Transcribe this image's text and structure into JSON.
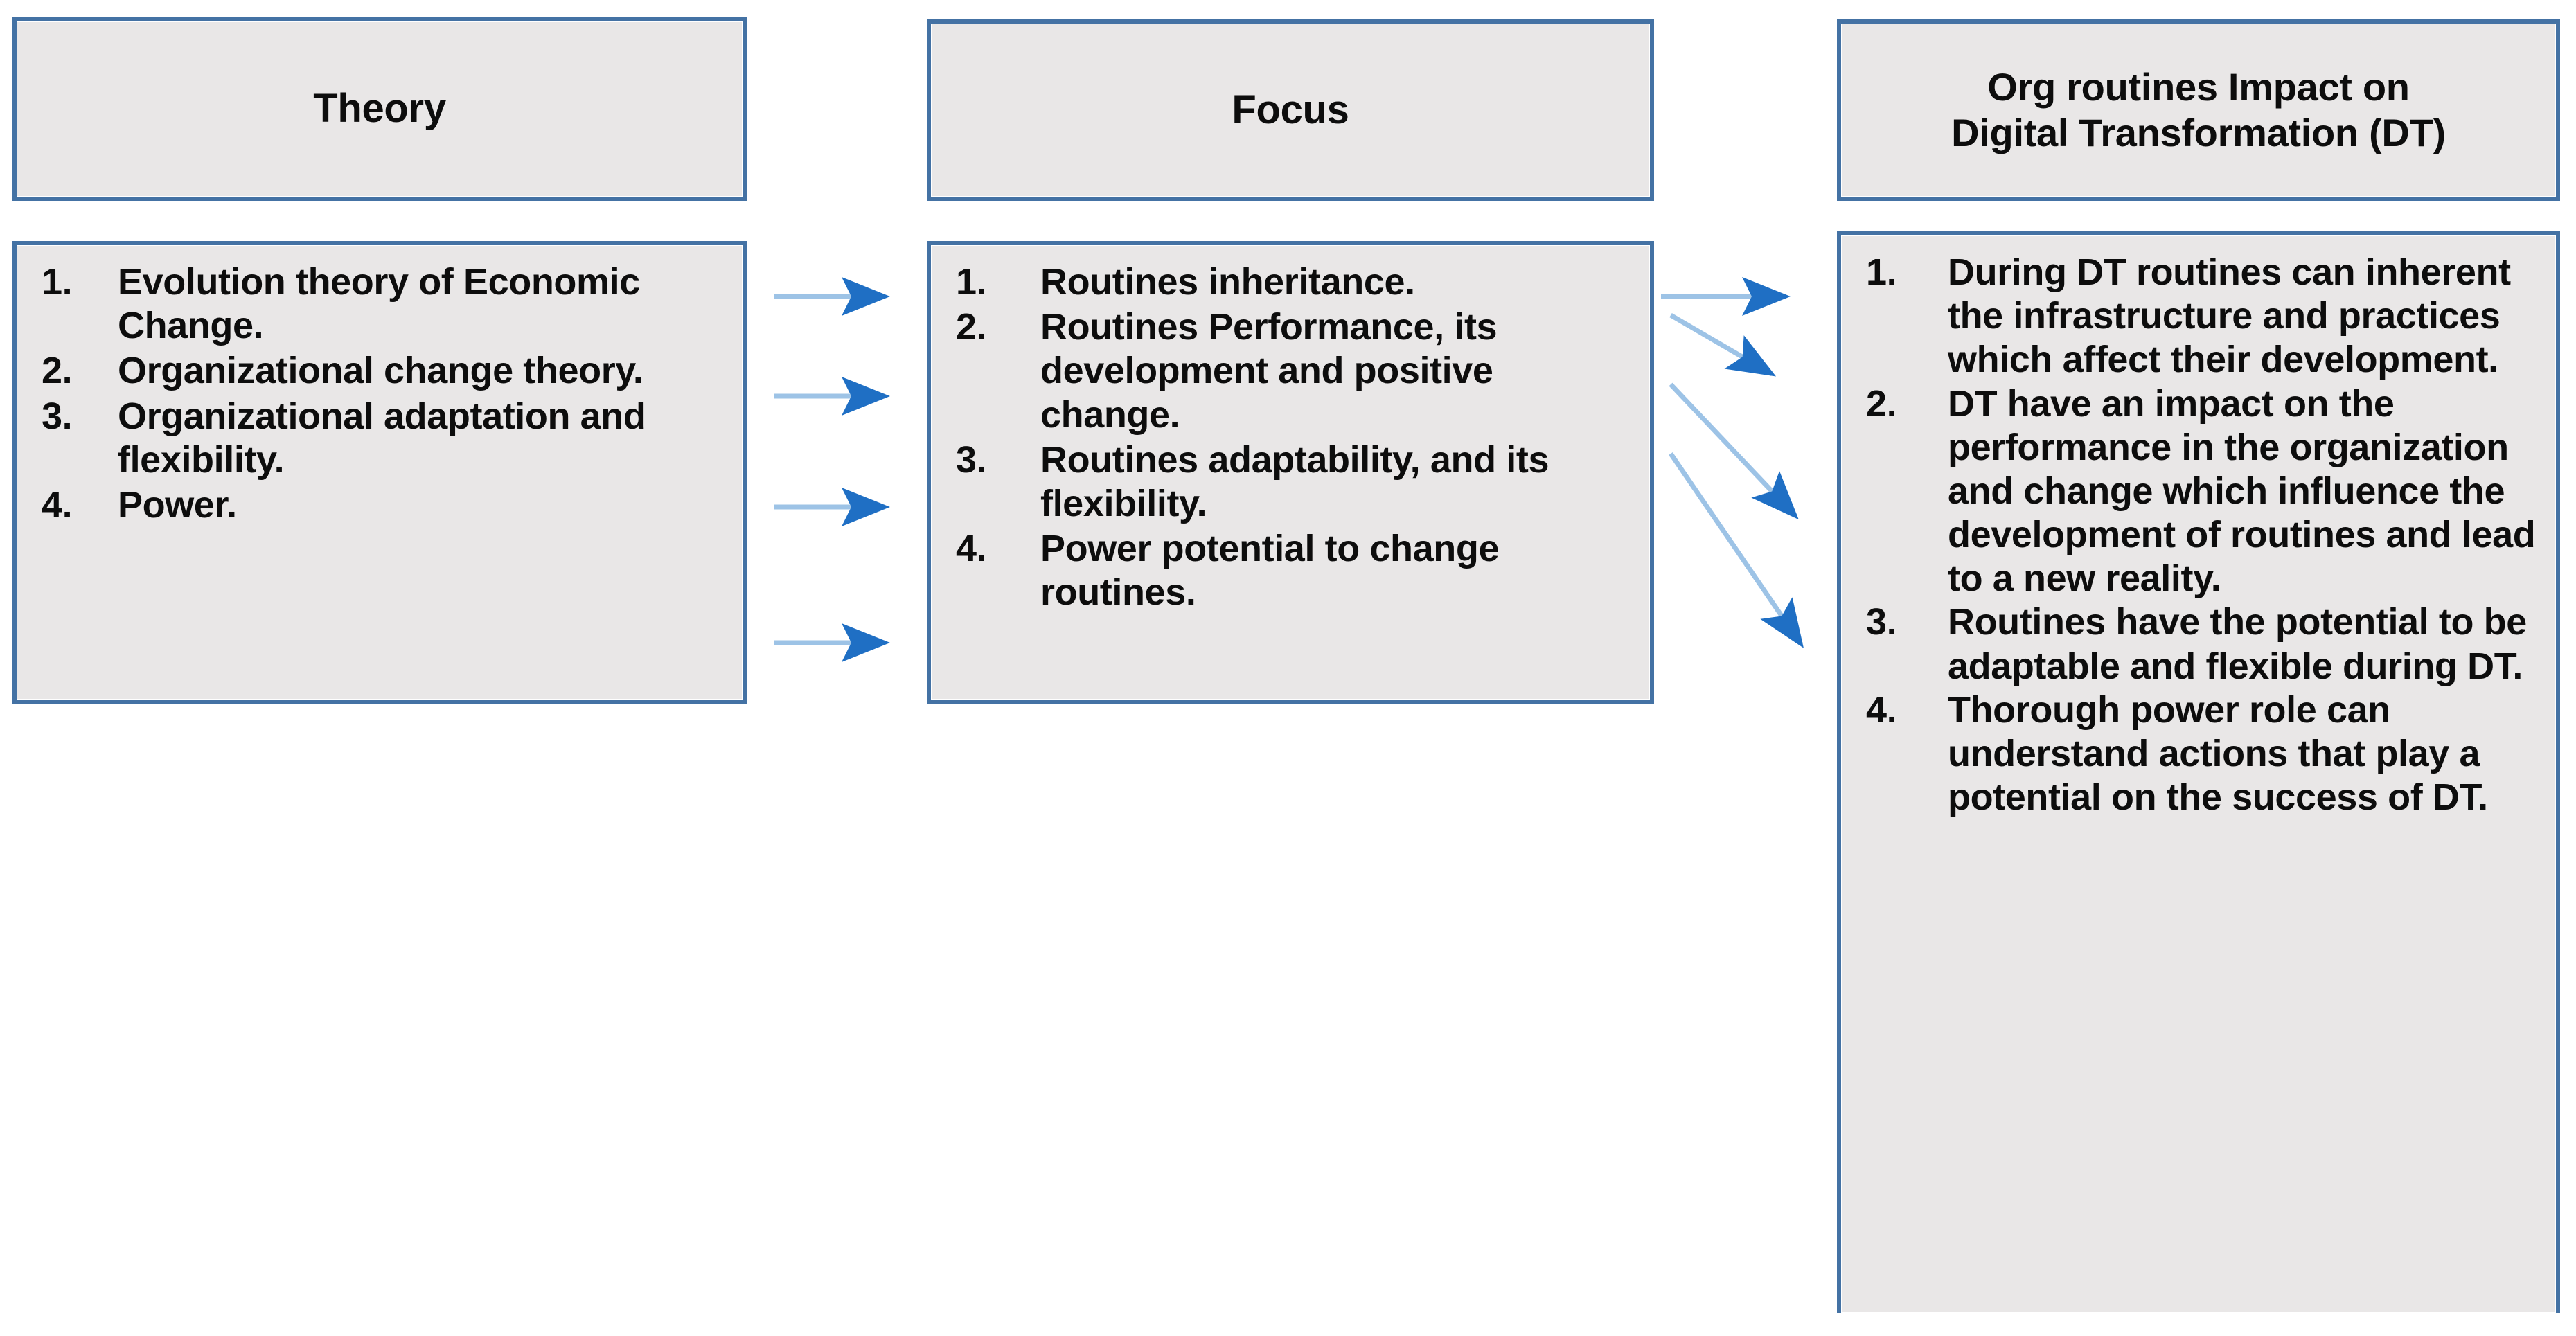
{
  "diagram": {
    "title": "Org routines impact on Digital Transformation flow diagram",
    "colors": {
      "box_fill": "#E9E7E7",
      "box_border": "#4472A4",
      "arrow_shaft": "#9DC3E6",
      "arrow_head": "#1F6FC4",
      "text": "#0D0D0D",
      "background": "#FFFFFF"
    }
  },
  "columns": {
    "theory": {
      "header": "Theory",
      "items": [
        "Evolution theory of Economic Change.",
        " Organizational change theory.",
        " Organizational adaptation and flexibility.",
        "Power."
      ]
    },
    "focus": {
      "header": "Focus",
      "items": [
        "Routines inheritance.",
        "Routines  Performance, its development and positive change.",
        "Routines adaptability, and its flexibility.",
        "Power potential to change routines."
      ]
    },
    "impact": {
      "header_line1": "Org routines Impact on",
      "header_line2": "Digital Transformation (DT)",
      "header": "Org routines Impact on Digital Transformation (DT)",
      "items": [
        "During DT routines can inherent the infrastructure and practices which affect their development.",
        "DT have an impact on the performance in the organization and change which influence the development of routines and lead to a new reality.",
        "Routines have the potential to be adaptable and flexible during DT.",
        "Thorough power role can understand actions that play a potential on the success of DT."
      ]
    }
  },
  "connectors": {
    "theory_to_focus": [
      {
        "from_item": 1,
        "to_item": 1,
        "style": "straight"
      },
      {
        "from_item": 2,
        "to_item": 2,
        "style": "straight"
      },
      {
        "from_item": 3,
        "to_item": 3,
        "style": "straight"
      },
      {
        "from_item": 4,
        "to_item": 4,
        "style": "straight"
      }
    ],
    "focus_to_impact": [
      {
        "from_item": 1,
        "to_item": 1,
        "style": "straight"
      },
      {
        "from_item": 2,
        "to_item": 2,
        "style": "diagonal"
      },
      {
        "from_item": 3,
        "to_item": 3,
        "style": "diagonal"
      },
      {
        "from_item": 4,
        "to_item": 4,
        "style": "diagonal"
      }
    ]
  }
}
